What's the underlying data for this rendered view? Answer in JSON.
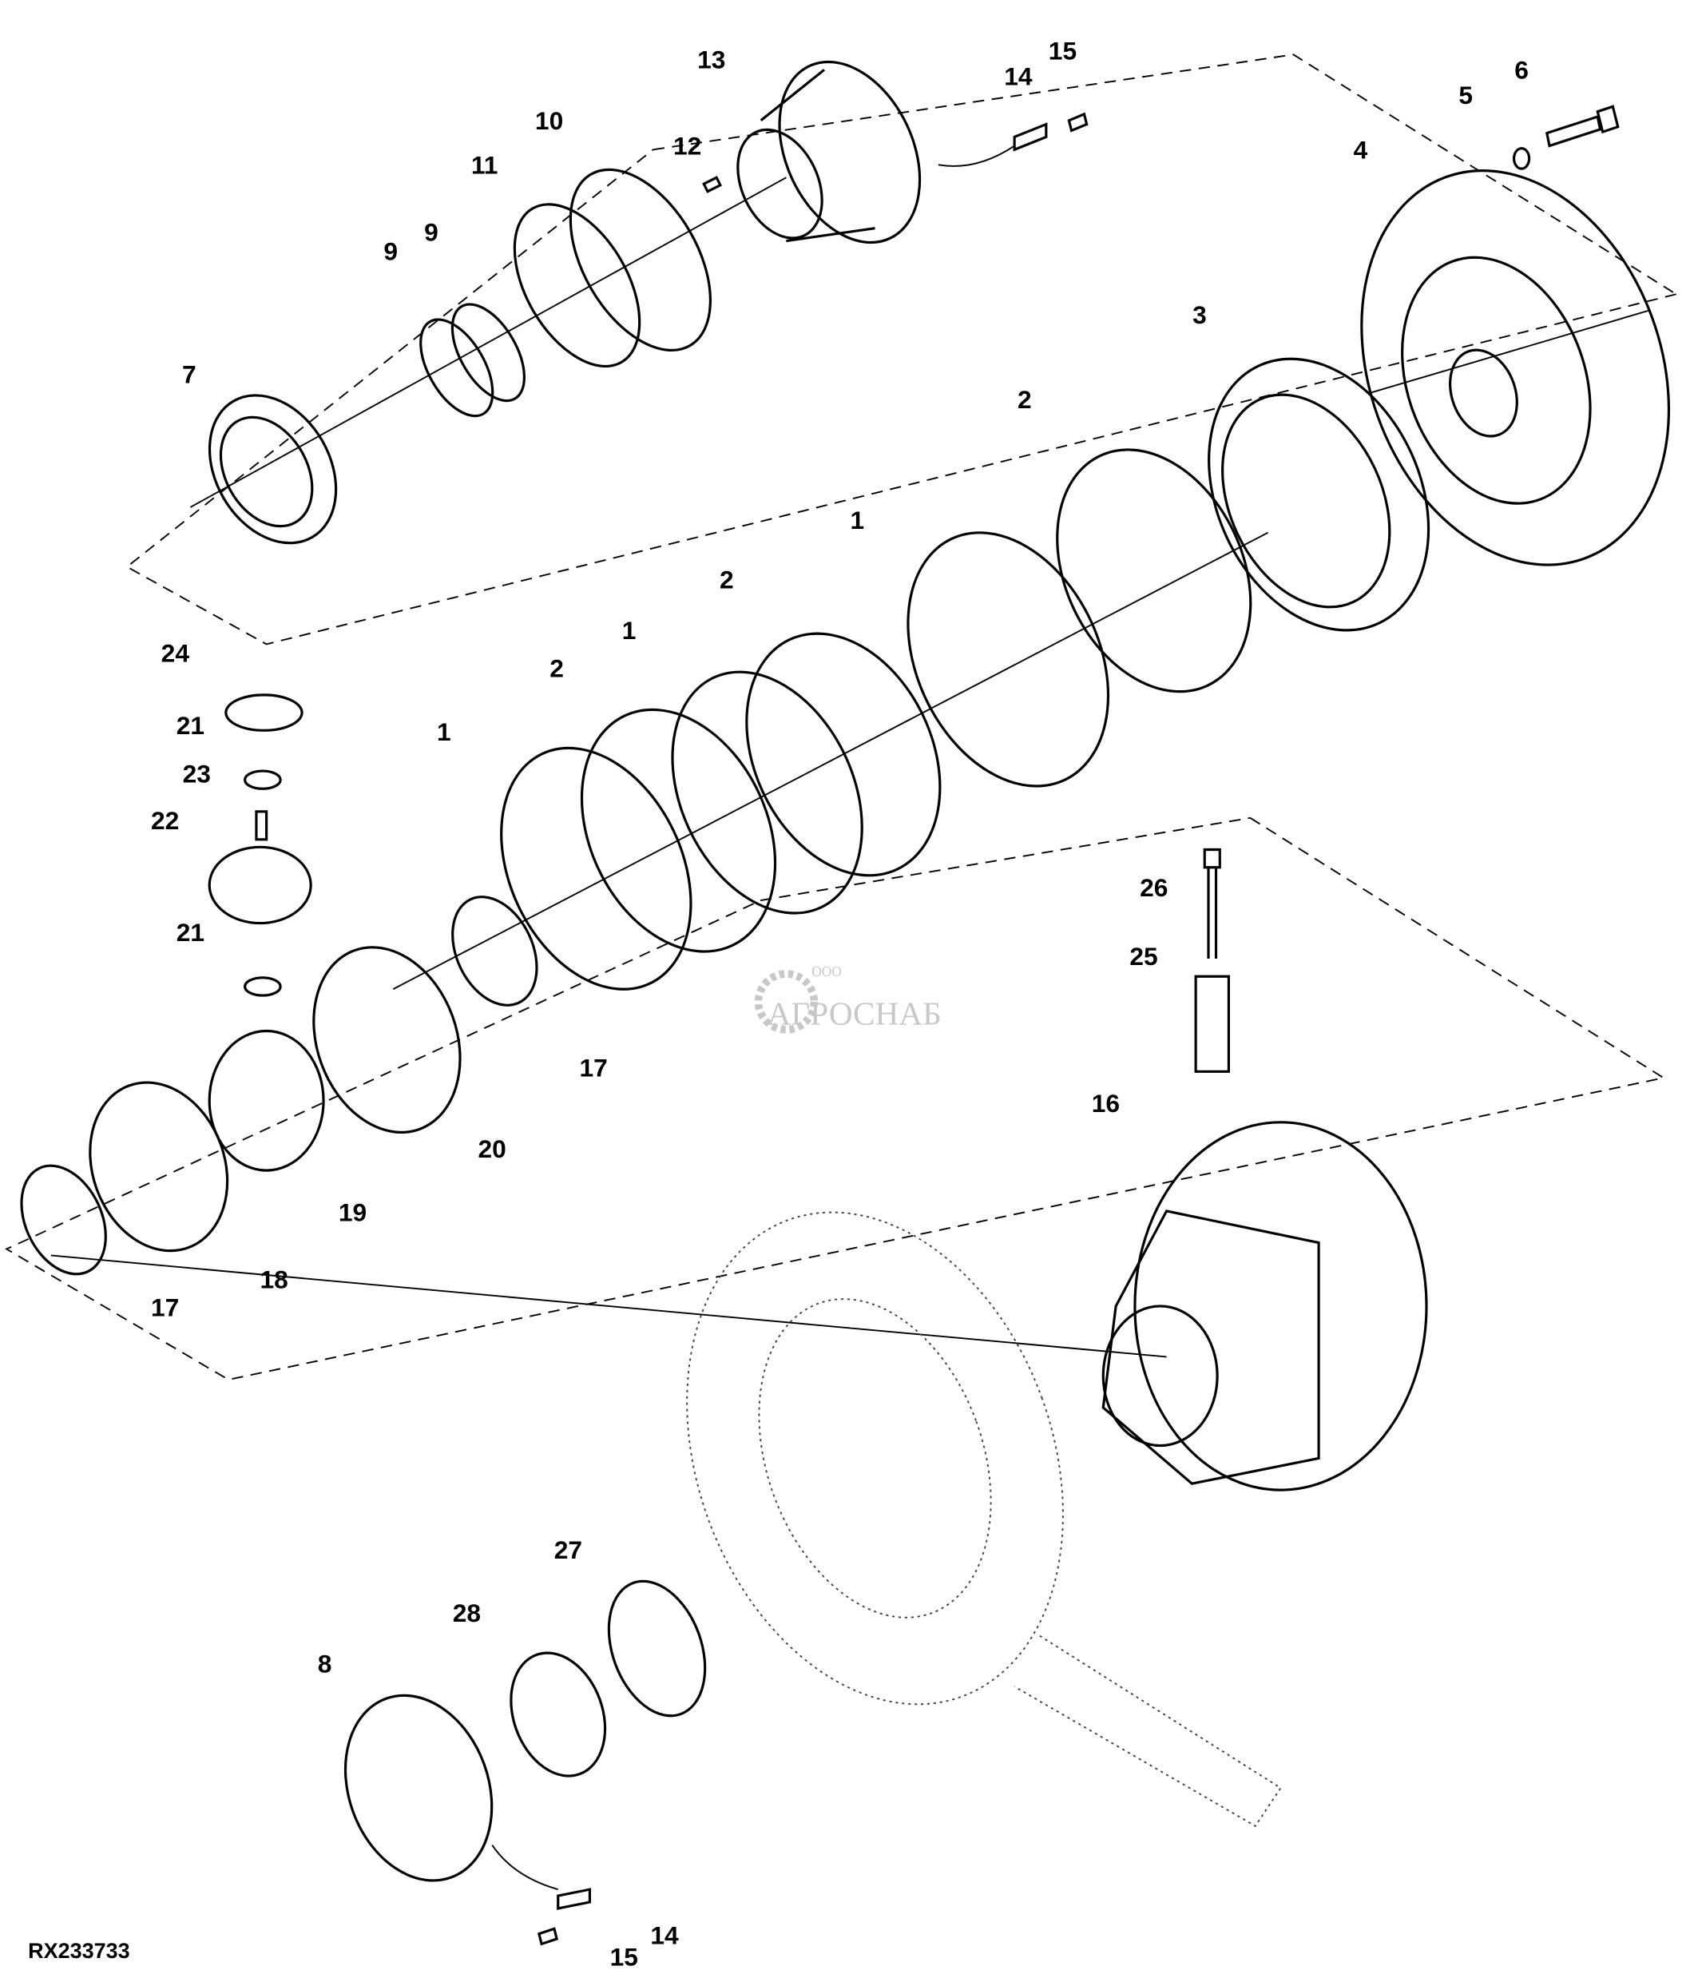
{
  "figure_code": "RX233733",
  "watermark": {
    "prefix": "ООО",
    "name": "АГРОСНАБ"
  },
  "callouts": [
    "13",
    "15",
    "14",
    "6",
    "5",
    "4",
    "10",
    "11",
    "12",
    "9",
    "9",
    "7",
    "3",
    "2",
    "1",
    "2",
    "1",
    "2",
    "24",
    "21",
    "23",
    "22",
    "1",
    "21",
    "26",
    "25",
    "17",
    "20",
    "16",
    "19",
    "18",
    "17",
    "27",
    "28",
    "8",
    "14",
    "15"
  ],
  "colors": {
    "line": "#000000",
    "watermark": "#bbbbbb"
  }
}
